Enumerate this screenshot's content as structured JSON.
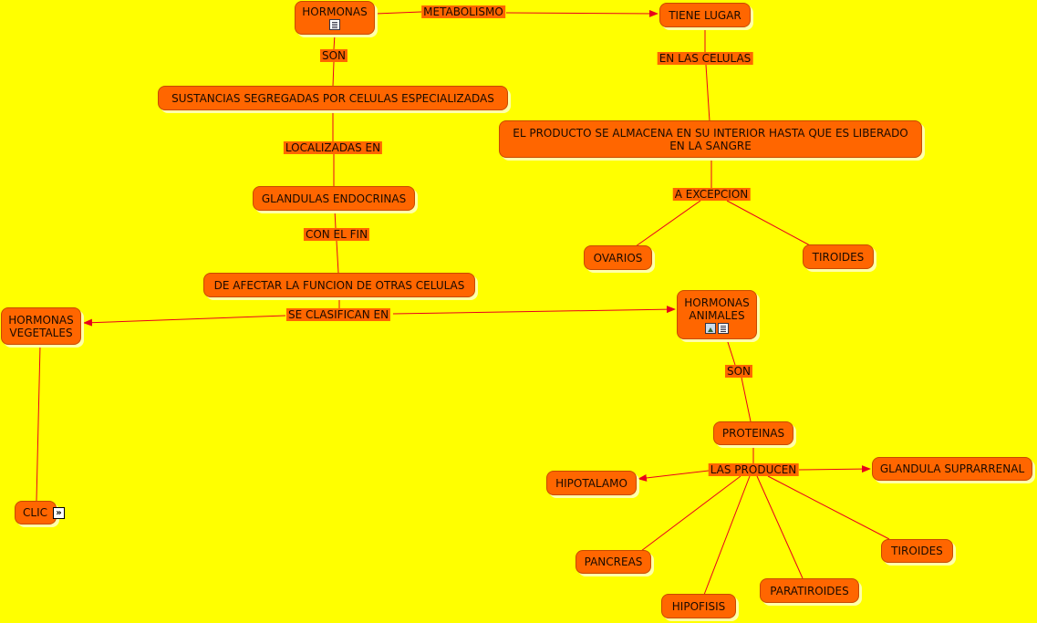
{
  "nodes": {
    "hormonas": "HORMONAS",
    "tiene_lugar": "TIENE LUGAR",
    "sustancias": "SUSTANCIAS SEGREGADAS POR CELULAS ESPECIALIZADAS",
    "producto": "EL PRODUCTO SE ALMACENA EN SU INTERIOR HASTA QUE ES LIBERADO EN LA SANGRE",
    "glandulas": "GLANDULAS ENDOCRINAS",
    "ovarios": "OVARIOS",
    "tiroides_1": "TIROIDES",
    "afectar": "DE AFECTAR LA FUNCION DE OTRAS CELULAS",
    "hormonas_vegetales": "HORMONAS VEGETALES",
    "hormonas_animales": "HORMONAS ANIMALES",
    "proteinas": "PROTEINAS",
    "hipotalamo": "HIPOTALAMO",
    "glandula_suprarrenal": "GLANDULA SUPRARRENAL",
    "pancreas": "PANCREAS",
    "tiroides_2": "TIROIDES",
    "hipofisis": "HIPOFISIS",
    "paratiroides": "PARATIROIDES",
    "clic": "CLIC"
  },
  "links": {
    "metabolismo": "METABOLISMO",
    "son_1": "SON",
    "en_las_celulas": "EN LAS CELULAS",
    "localizadas_en": "LOCALIZADAS EN",
    "a_excepcion": "A EXCEPCION",
    "con_el_fin": "CON EL FIN",
    "se_clasifican_en": "SE CLASIFICAN EN",
    "son_2": "SON",
    "las_producen": "LAS PRODUCEN"
  },
  "icons": {
    "hormonas": [
      "document-icon"
    ],
    "hormonas_animales": [
      "image-icon",
      "document-icon"
    ],
    "clic": [
      "next-icon"
    ]
  },
  "colors": {
    "background": "#ffff00",
    "node_fill": "#ff6600",
    "connector": "#e8001c"
  }
}
